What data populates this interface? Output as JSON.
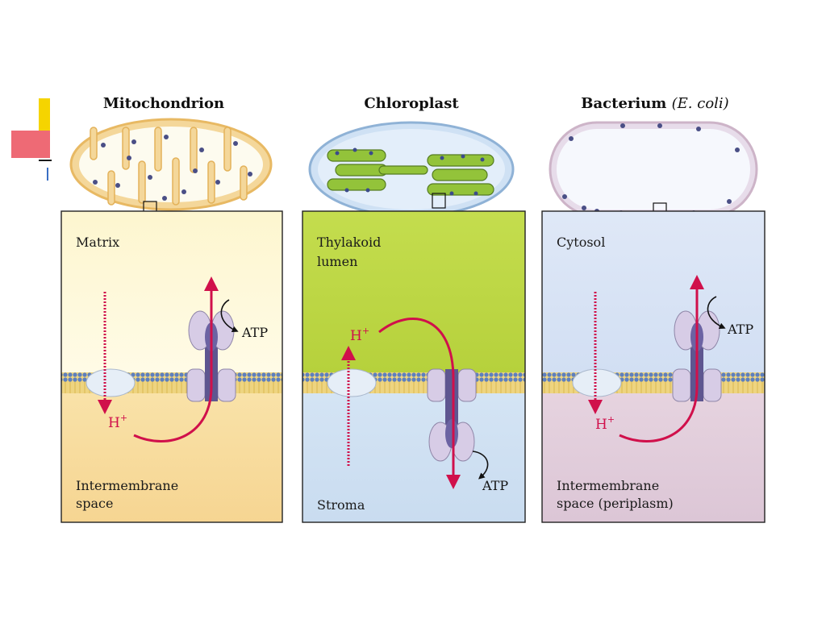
{
  "slide": {
    "colors": {
      "accent_yellow": "#f5d400",
      "accent_red": "#ee3b4a",
      "proton_red": "#d0104b"
    }
  },
  "panels": [
    {
      "id": "mitochondrion",
      "title": "Mitochondrion",
      "top_label": [
        "Matrix"
      ],
      "bottom_label": [
        "Intermembrane",
        "space"
      ],
      "proton_label": "H",
      "proton_charge": "+",
      "atp_label": "ATP"
    },
    {
      "id": "chloroplast",
      "title": "Chloroplast",
      "top_label": [
        "Thylakoid",
        "lumen"
      ],
      "bottom_label": [
        "Stroma"
      ],
      "proton_label": "H",
      "proton_charge": "+",
      "atp_label": "ATP"
    },
    {
      "id": "bacterium",
      "title": "Bacterium",
      "title_italic": "(E. coli)",
      "top_label": [
        "Cytosol"
      ],
      "bottom_label": [
        "Intermembrane",
        "space (periplasm)"
      ],
      "proton_label": "H",
      "proton_charge": "+",
      "atp_label": "ATP"
    }
  ]
}
